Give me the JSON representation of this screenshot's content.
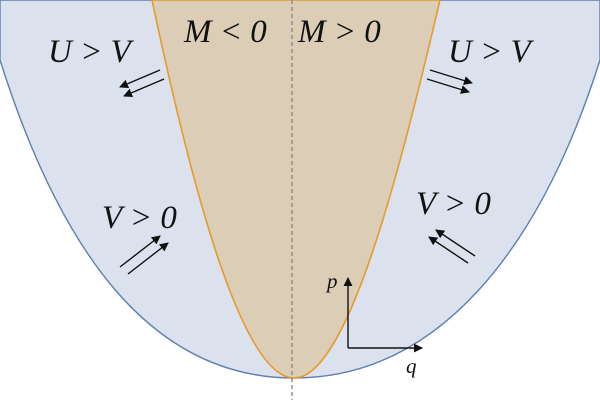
{
  "colors": {
    "outer_region": "#dbe2ee",
    "outer_curve": "#5f7fb2",
    "inner_region": "#dccdb6",
    "inner_curve": "#e69a2a",
    "axis_line": "#8a8a8a",
    "arrow": "#111111",
    "text": "#111111"
  },
  "labels": {
    "m_left": "M < 0",
    "m_right": "M > 0",
    "u_left": "U > V",
    "u_right": "U > V",
    "v_left": "V > 0",
    "v_right": "V > 0"
  },
  "axes": {
    "p": "p",
    "q": "q"
  }
}
